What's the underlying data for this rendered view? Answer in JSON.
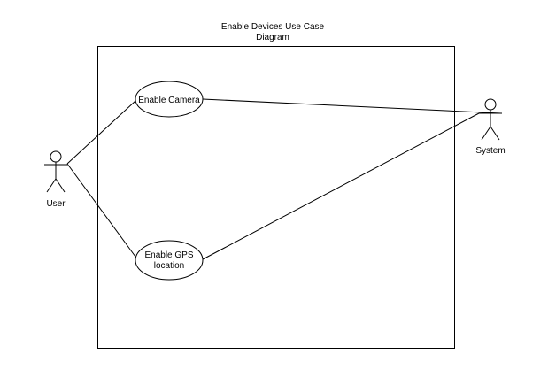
{
  "diagram": {
    "title_line1": "Enable Devices Use Case",
    "title_line2": "Diagram"
  },
  "actors": {
    "user": {
      "label": "User"
    },
    "system": {
      "label": "System"
    }
  },
  "use_cases": {
    "camera": {
      "label": "Enable Camera"
    },
    "gps": {
      "label_line1": "Enable GPS",
      "label_line2": "location"
    }
  },
  "associations": [
    {
      "from": "User",
      "to": "Enable Camera"
    },
    {
      "from": "User",
      "to": "Enable GPS location"
    },
    {
      "from": "Enable Camera",
      "to": "System"
    },
    {
      "from": "Enable GPS location",
      "to": "System"
    }
  ],
  "colors": {
    "stroke": "#000000",
    "background": "#ffffff"
  }
}
